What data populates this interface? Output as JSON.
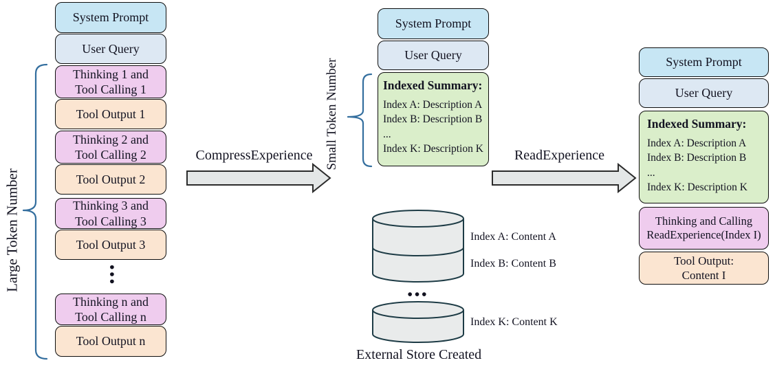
{
  "colors": {
    "system-fill": "#c7e6f4",
    "user-fill": "#dde8f3",
    "thinking-fill": "#efccee",
    "tool-fill": "#fbe5d1",
    "summary-fill": "#daeeca",
    "arrow-fill": "#e4e7e7",
    "arrow-stroke": "#2b2b2b",
    "cylinder-fill": "#e9ebeb",
    "cylinder-stroke": "#1d3b45",
    "brace-stroke": "#336e9e"
  },
  "left_column": {
    "brace_label": "Large Token Number",
    "ellipsis": "•••",
    "boxes": [
      {
        "lines": [
          "System Prompt"
        ]
      },
      {
        "lines": [
          "User Query"
        ]
      },
      {
        "lines": [
          "Thinking 1 and",
          "Tool Calling 1"
        ]
      },
      {
        "lines": [
          "Tool Output 1"
        ]
      },
      {
        "lines": [
          "Thinking 2 and",
          "Tool Calling 2"
        ]
      },
      {
        "lines": [
          "Tool Output 2"
        ]
      },
      {
        "lines": [
          "Thinking 3 and",
          "Tool Calling 3"
        ]
      },
      {
        "lines": [
          "Tool Output 3"
        ]
      },
      {
        "lines": [
          "Thinking n and",
          "Tool Calling n"
        ]
      },
      {
        "lines": [
          "Tool Output n"
        ]
      }
    ]
  },
  "compress_arrow": {
    "label": "CompressExperience"
  },
  "read_arrow": {
    "label": "ReadExperience"
  },
  "middle_column": {
    "brace_label": "Small Token Number",
    "system_box": "System Prompt",
    "user_box": "User Query",
    "summary": {
      "title": "Indexed Summary:",
      "lines": [
        "Index A: Description A",
        "Index B: Description B",
        "...",
        "Index K: Description K"
      ]
    }
  },
  "external_store": {
    "caption": "External Store Created",
    "ellipsis": "•••",
    "labels": [
      "Index A: Content A",
      "Index B: Content B",
      "Index K: Content K"
    ]
  },
  "right_column": {
    "system_box": "System Prompt",
    "user_box": "User Query",
    "summary": {
      "title": "Indexed Summary:",
      "lines": [
        "Index A: Description A",
        "Index B: Description B",
        "...",
        "Index K: Description K"
      ]
    },
    "thinking_box": {
      "lines": [
        "Thinking and Calling",
        "ReadExperience(Index I)"
      ]
    },
    "tool_box": {
      "lines": [
        "Tool Output:",
        "Content I"
      ]
    }
  }
}
